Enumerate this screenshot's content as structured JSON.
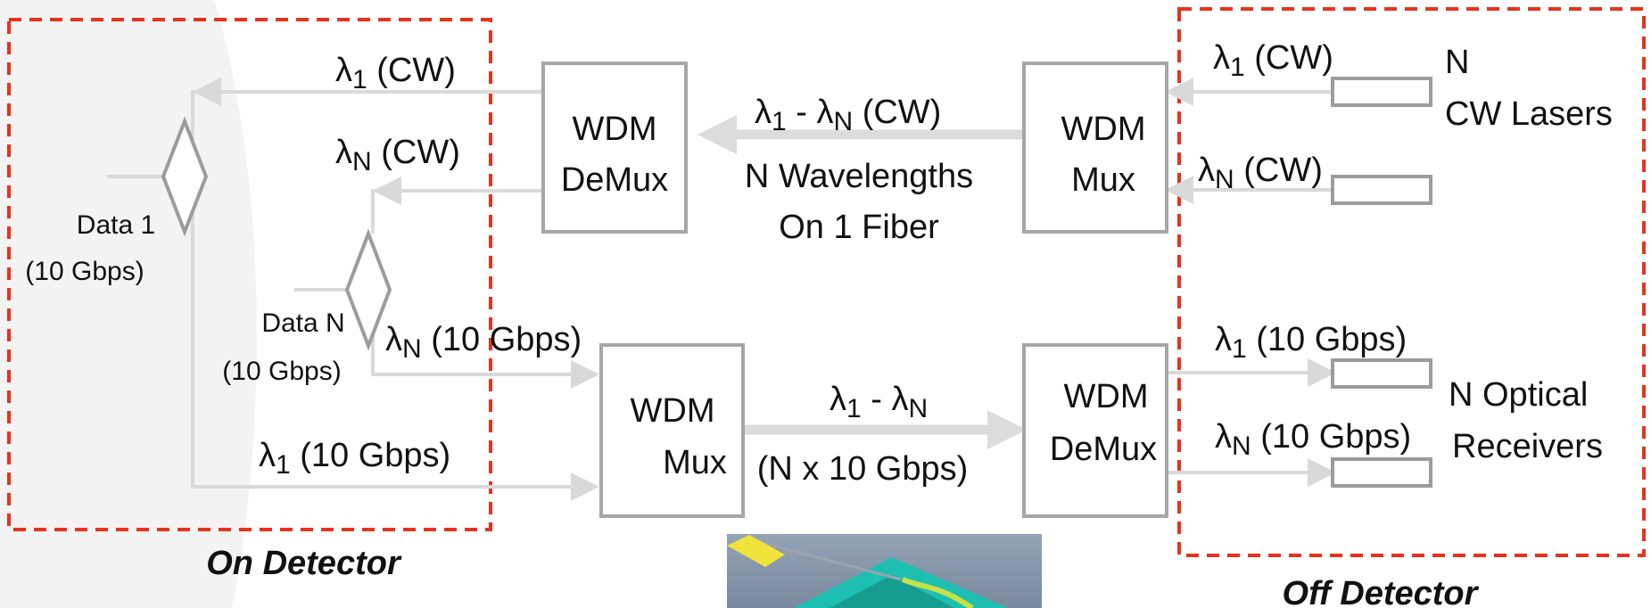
{
  "regions": {
    "on_detector": "On Detector",
    "off_detector": "Off Detector"
  },
  "colors": {
    "region_border": "#e8321c",
    "fiber": "#d9d9d9",
    "box_border": "#a6a6a6"
  },
  "blocks": {
    "demux_top": {
      "line1": "WDM",
      "line2": "DeMux"
    },
    "mux_top": {
      "line1": "WDM",
      "line2": "Mux"
    },
    "mux_bottom": {
      "line1": "WDM",
      "line2": "Mux"
    },
    "demux_bottom": {
      "line1": "WDM",
      "line2": "DeMux"
    }
  },
  "inputs": {
    "data1": {
      "name": "Data 1",
      "rate": "(10 Gbps)"
    },
    "dataN": {
      "name": "Data N",
      "rate": "(10 Gbps)"
    }
  },
  "signals": {
    "lambda_symbol": "λ",
    "top_left_1": {
      "sub": "1",
      "text": " (CW)"
    },
    "top_left_N": {
      "sub": "N",
      "text": " (CW)"
    },
    "top_right_1": {
      "sub": "1",
      "text": " (CW)"
    },
    "top_right_N": {
      "sub": "N",
      "text": " (CW)"
    },
    "bottom_left_N": {
      "sub": "N",
      "text": " (10 Gbps)"
    },
    "bottom_left_1": {
      "sub": "1",
      "text": " (10 Gbps)"
    },
    "bottom_right_1": {
      "sub": "1",
      "text": " (10 Gbps)"
    },
    "bottom_right_N": {
      "sub": "N",
      "text": " (10 Gbps)"
    }
  },
  "top_link": {
    "range_from_sub": "1",
    "range_sep": " - ",
    "range_to_sub": "N",
    "suffix": " (CW)",
    "line2": "N Wavelengths",
    "line3": "On 1 Fiber"
  },
  "bottom_link": {
    "range_from_sub": "1",
    "range_sep": " - ",
    "range_to_sub": "N",
    "line2": "(N x 10 Gbps)"
  },
  "lasers_label": {
    "line1": "N",
    "line2": "CW Lasers"
  },
  "receivers_label": {
    "line1": "N Optical",
    "line2": "Receivers"
  }
}
